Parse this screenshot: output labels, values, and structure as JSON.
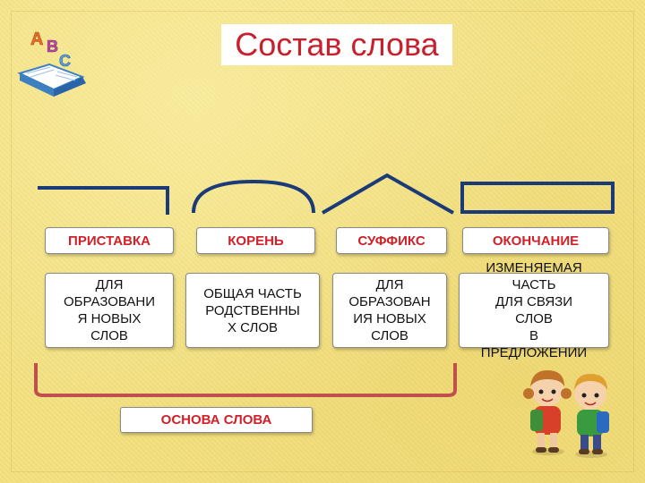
{
  "title": "Состав слова",
  "book_letters": [
    "A",
    "B",
    "C"
  ],
  "parts": [
    {
      "label": "ПРИСТАВКА",
      "description": "ДЛЯ\nОБРАЗОВАНИ\nЯ НОВЫХ\nСЛОВ"
    },
    {
      "label": "КОРЕНЬ",
      "description": "ОБЩАЯ ЧАСТЬ\nРОДСТВЕННЫ\nХ СЛОВ"
    },
    {
      "label": "СУФФИКС",
      "description": "ДЛЯ\nОБРАЗОВАН\nИЯ НОВЫХ\nСЛОВ"
    },
    {
      "label": "ОКОНЧАНИЕ",
      "description": "ИЗМЕНЯЕМАЯ\nЧАСТЬ\nДЛЯ СВЯЗИ\nСЛОВ\nВ\nПРЕДЛОЖЕНИИ"
    }
  ],
  "base": {
    "label": "ОСНОВА СЛОВА"
  },
  "colors": {
    "background": "#f3e07f",
    "title_text": "#c8202c",
    "label_text": "#d02028",
    "symbol_stroke": "#1b3a78",
    "bracket_stroke": "#c0504d"
  },
  "icons": [
    "abc-book-icon",
    "children-icon"
  ]
}
